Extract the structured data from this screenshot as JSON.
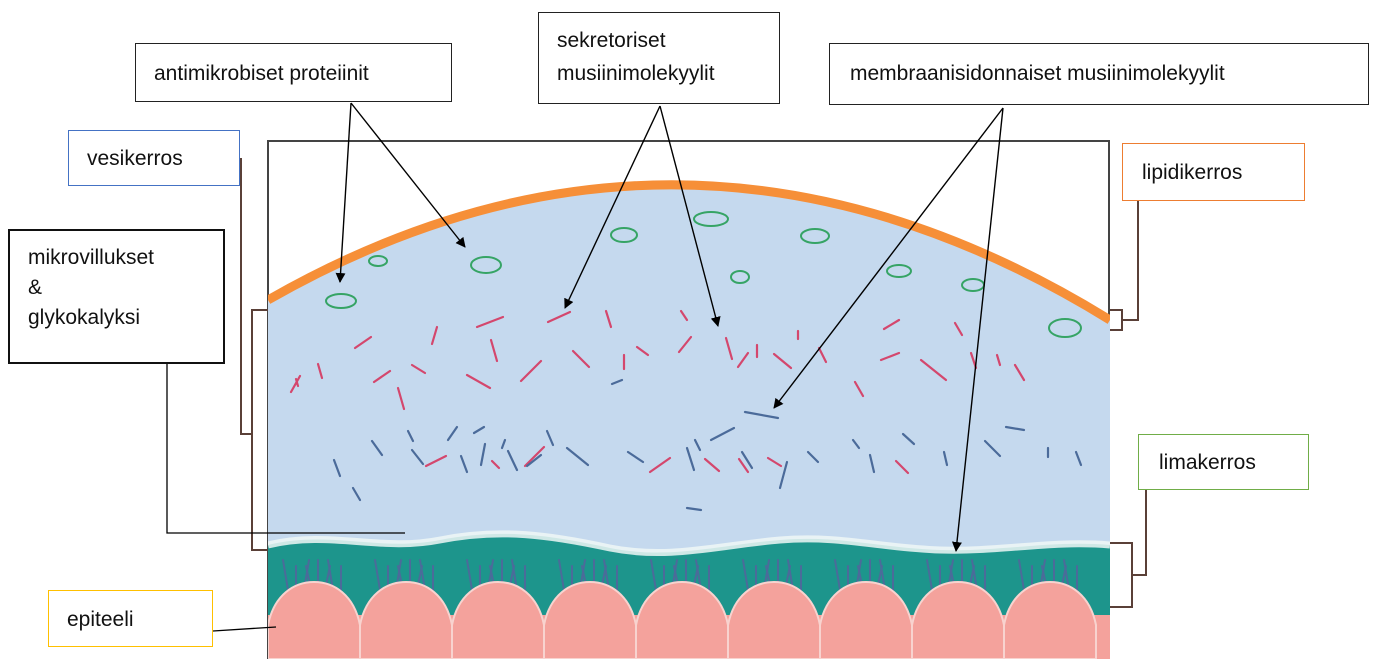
{
  "colors": {
    "water_layer": "#c5d9ee",
    "lipid_layer": "#f68f38",
    "mucus_layer": "#1d958c",
    "epithelium": "#f4a29c",
    "secretory_mucin": "#d4476d",
    "membrane_mucin": "#4b6b9a",
    "antimicrobial_protein": "#36a465",
    "box_vesikerros": "#4472c4",
    "box_lipidikerros": "#ed7d31",
    "box_limakerros": "#70ad47",
    "box_epiteeli": "#ffc000",
    "box_default": "#222222"
  },
  "labels": {
    "antimicrobial": "antimikrobiset proteiinit",
    "secretory_line1": "sekretoriset",
    "secretory_line2": "musiinimolekyylit",
    "membrane": "membraanisidonnaiset musiinimolekyylit",
    "water": "vesikerros",
    "lipid": "lipidikerros",
    "microvilli_line1": "mikrovillukset",
    "microvilli_line2": "&",
    "microvilli_line3": "glykokalyksi",
    "mucus": "limakerros",
    "epithelium": "epiteeli"
  }
}
